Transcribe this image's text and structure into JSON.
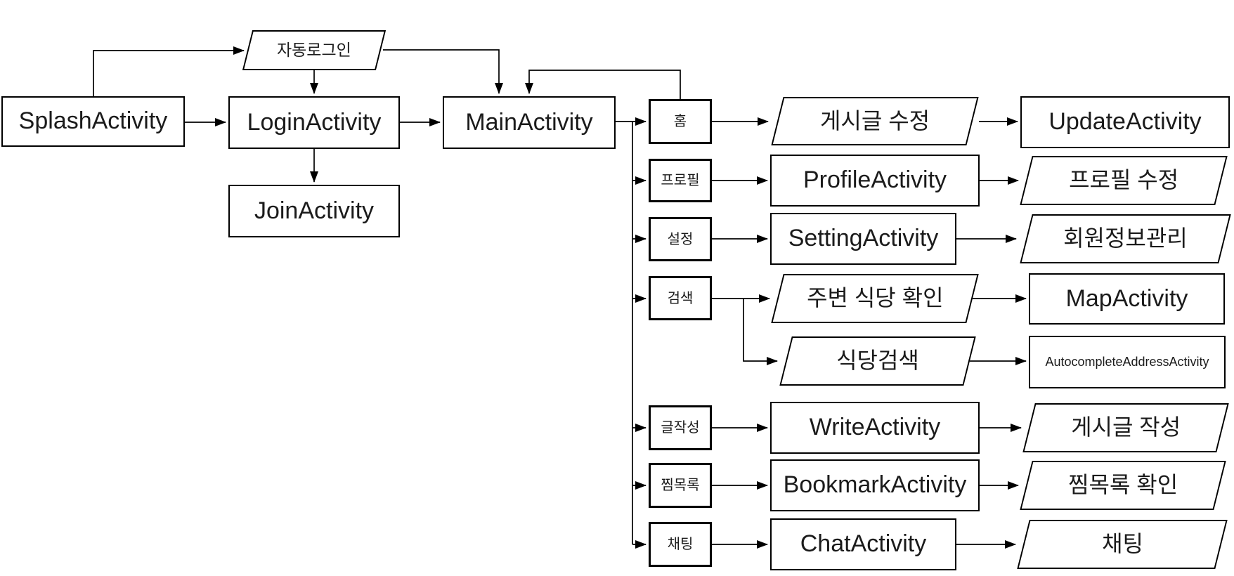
{
  "diagram": {
    "background_color": "#ffffff",
    "stroke_color": "#000000",
    "text_color": "#1b1b1b",
    "nodes": {
      "splash_activity": {
        "label": "SplashActivity",
        "shape": "rect"
      },
      "auto_login": {
        "label": "자동로그인",
        "shape": "parallelogram"
      },
      "login_activity": {
        "label": "LoginActivity",
        "shape": "rect"
      },
      "join_activity": {
        "label": "JoinActivity",
        "shape": "rect"
      },
      "main_activity": {
        "label": "MainActivity",
        "shape": "rect"
      },
      "menu_home": {
        "label": "홈",
        "shape": "rect"
      },
      "menu_profile": {
        "label": "프로필",
        "shape": "rect"
      },
      "menu_setting": {
        "label": "설정",
        "shape": "rect"
      },
      "menu_search": {
        "label": "검색",
        "shape": "rect"
      },
      "menu_write": {
        "label": "글작성",
        "shape": "rect"
      },
      "menu_bookmark": {
        "label": "찜목록",
        "shape": "rect"
      },
      "menu_chat": {
        "label": "채팅",
        "shape": "rect"
      },
      "post_edit": {
        "label": "게시글 수정",
        "shape": "parallelogram"
      },
      "profile_activity": {
        "label": "ProfileActivity",
        "shape": "rect"
      },
      "setting_activity": {
        "label": "SettingActivity",
        "shape": "rect"
      },
      "nearby_restaurant_check": {
        "label": "주변 식당 확인",
        "shape": "parallelogram"
      },
      "restaurant_search": {
        "label": "식당검색",
        "shape": "parallelogram"
      },
      "write_activity": {
        "label": "WriteActivity",
        "shape": "rect"
      },
      "bookmark_activity": {
        "label": "BookmarkActivity",
        "shape": "rect"
      },
      "chat_activity": {
        "label": "ChatActivity",
        "shape": "rect"
      },
      "update_activity": {
        "label": "UpdateActivity",
        "shape": "rect"
      },
      "profile_edit": {
        "label": "프로필 수정",
        "shape": "parallelogram"
      },
      "member_info_manage": {
        "label": "회원정보관리",
        "shape": "parallelogram"
      },
      "map_activity": {
        "label": "MapActivity",
        "shape": "rect"
      },
      "autocomplete_address_activity": {
        "label": "AutocompleteAddressActivity",
        "shape": "rect"
      },
      "post_write": {
        "label": "게시글 작성",
        "shape": "parallelogram"
      },
      "bookmark_check": {
        "label": "찜목록 확인",
        "shape": "parallelogram"
      },
      "chat_screen": {
        "label": "채팅",
        "shape": "parallelogram"
      }
    },
    "edges": [
      {
        "from": "splash_activity",
        "to": "auto_login"
      },
      {
        "from": "auto_login",
        "to": "login_activity"
      },
      {
        "from": "auto_login",
        "to": "main_activity"
      },
      {
        "from": "splash_activity",
        "to": "login_activity"
      },
      {
        "from": "login_activity",
        "to": "main_activity"
      },
      {
        "from": "login_activity",
        "to": "join_activity"
      },
      {
        "from": "main_activity",
        "to": "menu_home"
      },
      {
        "from": "main_activity",
        "to": "menu_profile"
      },
      {
        "from": "main_activity",
        "to": "menu_setting"
      },
      {
        "from": "main_activity",
        "to": "menu_search"
      },
      {
        "from": "main_activity",
        "to": "menu_write"
      },
      {
        "from": "main_activity",
        "to": "menu_bookmark"
      },
      {
        "from": "main_activity",
        "to": "menu_chat"
      },
      {
        "from": "menu_home",
        "to": "main_activity"
      },
      {
        "from": "menu_home",
        "to": "post_edit"
      },
      {
        "from": "post_edit",
        "to": "update_activity"
      },
      {
        "from": "menu_profile",
        "to": "profile_activity"
      },
      {
        "from": "profile_activity",
        "to": "profile_edit"
      },
      {
        "from": "menu_setting",
        "to": "setting_activity"
      },
      {
        "from": "setting_activity",
        "to": "member_info_manage"
      },
      {
        "from": "menu_search",
        "to": "nearby_restaurant_check"
      },
      {
        "from": "menu_search",
        "to": "restaurant_search"
      },
      {
        "from": "nearby_restaurant_check",
        "to": "map_activity"
      },
      {
        "from": "restaurant_search",
        "to": "autocomplete_address_activity"
      },
      {
        "from": "menu_write",
        "to": "write_activity"
      },
      {
        "from": "write_activity",
        "to": "post_write"
      },
      {
        "from": "menu_bookmark",
        "to": "bookmark_activity"
      },
      {
        "from": "bookmark_activity",
        "to": "bookmark_check"
      },
      {
        "from": "menu_chat",
        "to": "chat_activity"
      },
      {
        "from": "chat_activity",
        "to": "chat_screen"
      }
    ]
  }
}
